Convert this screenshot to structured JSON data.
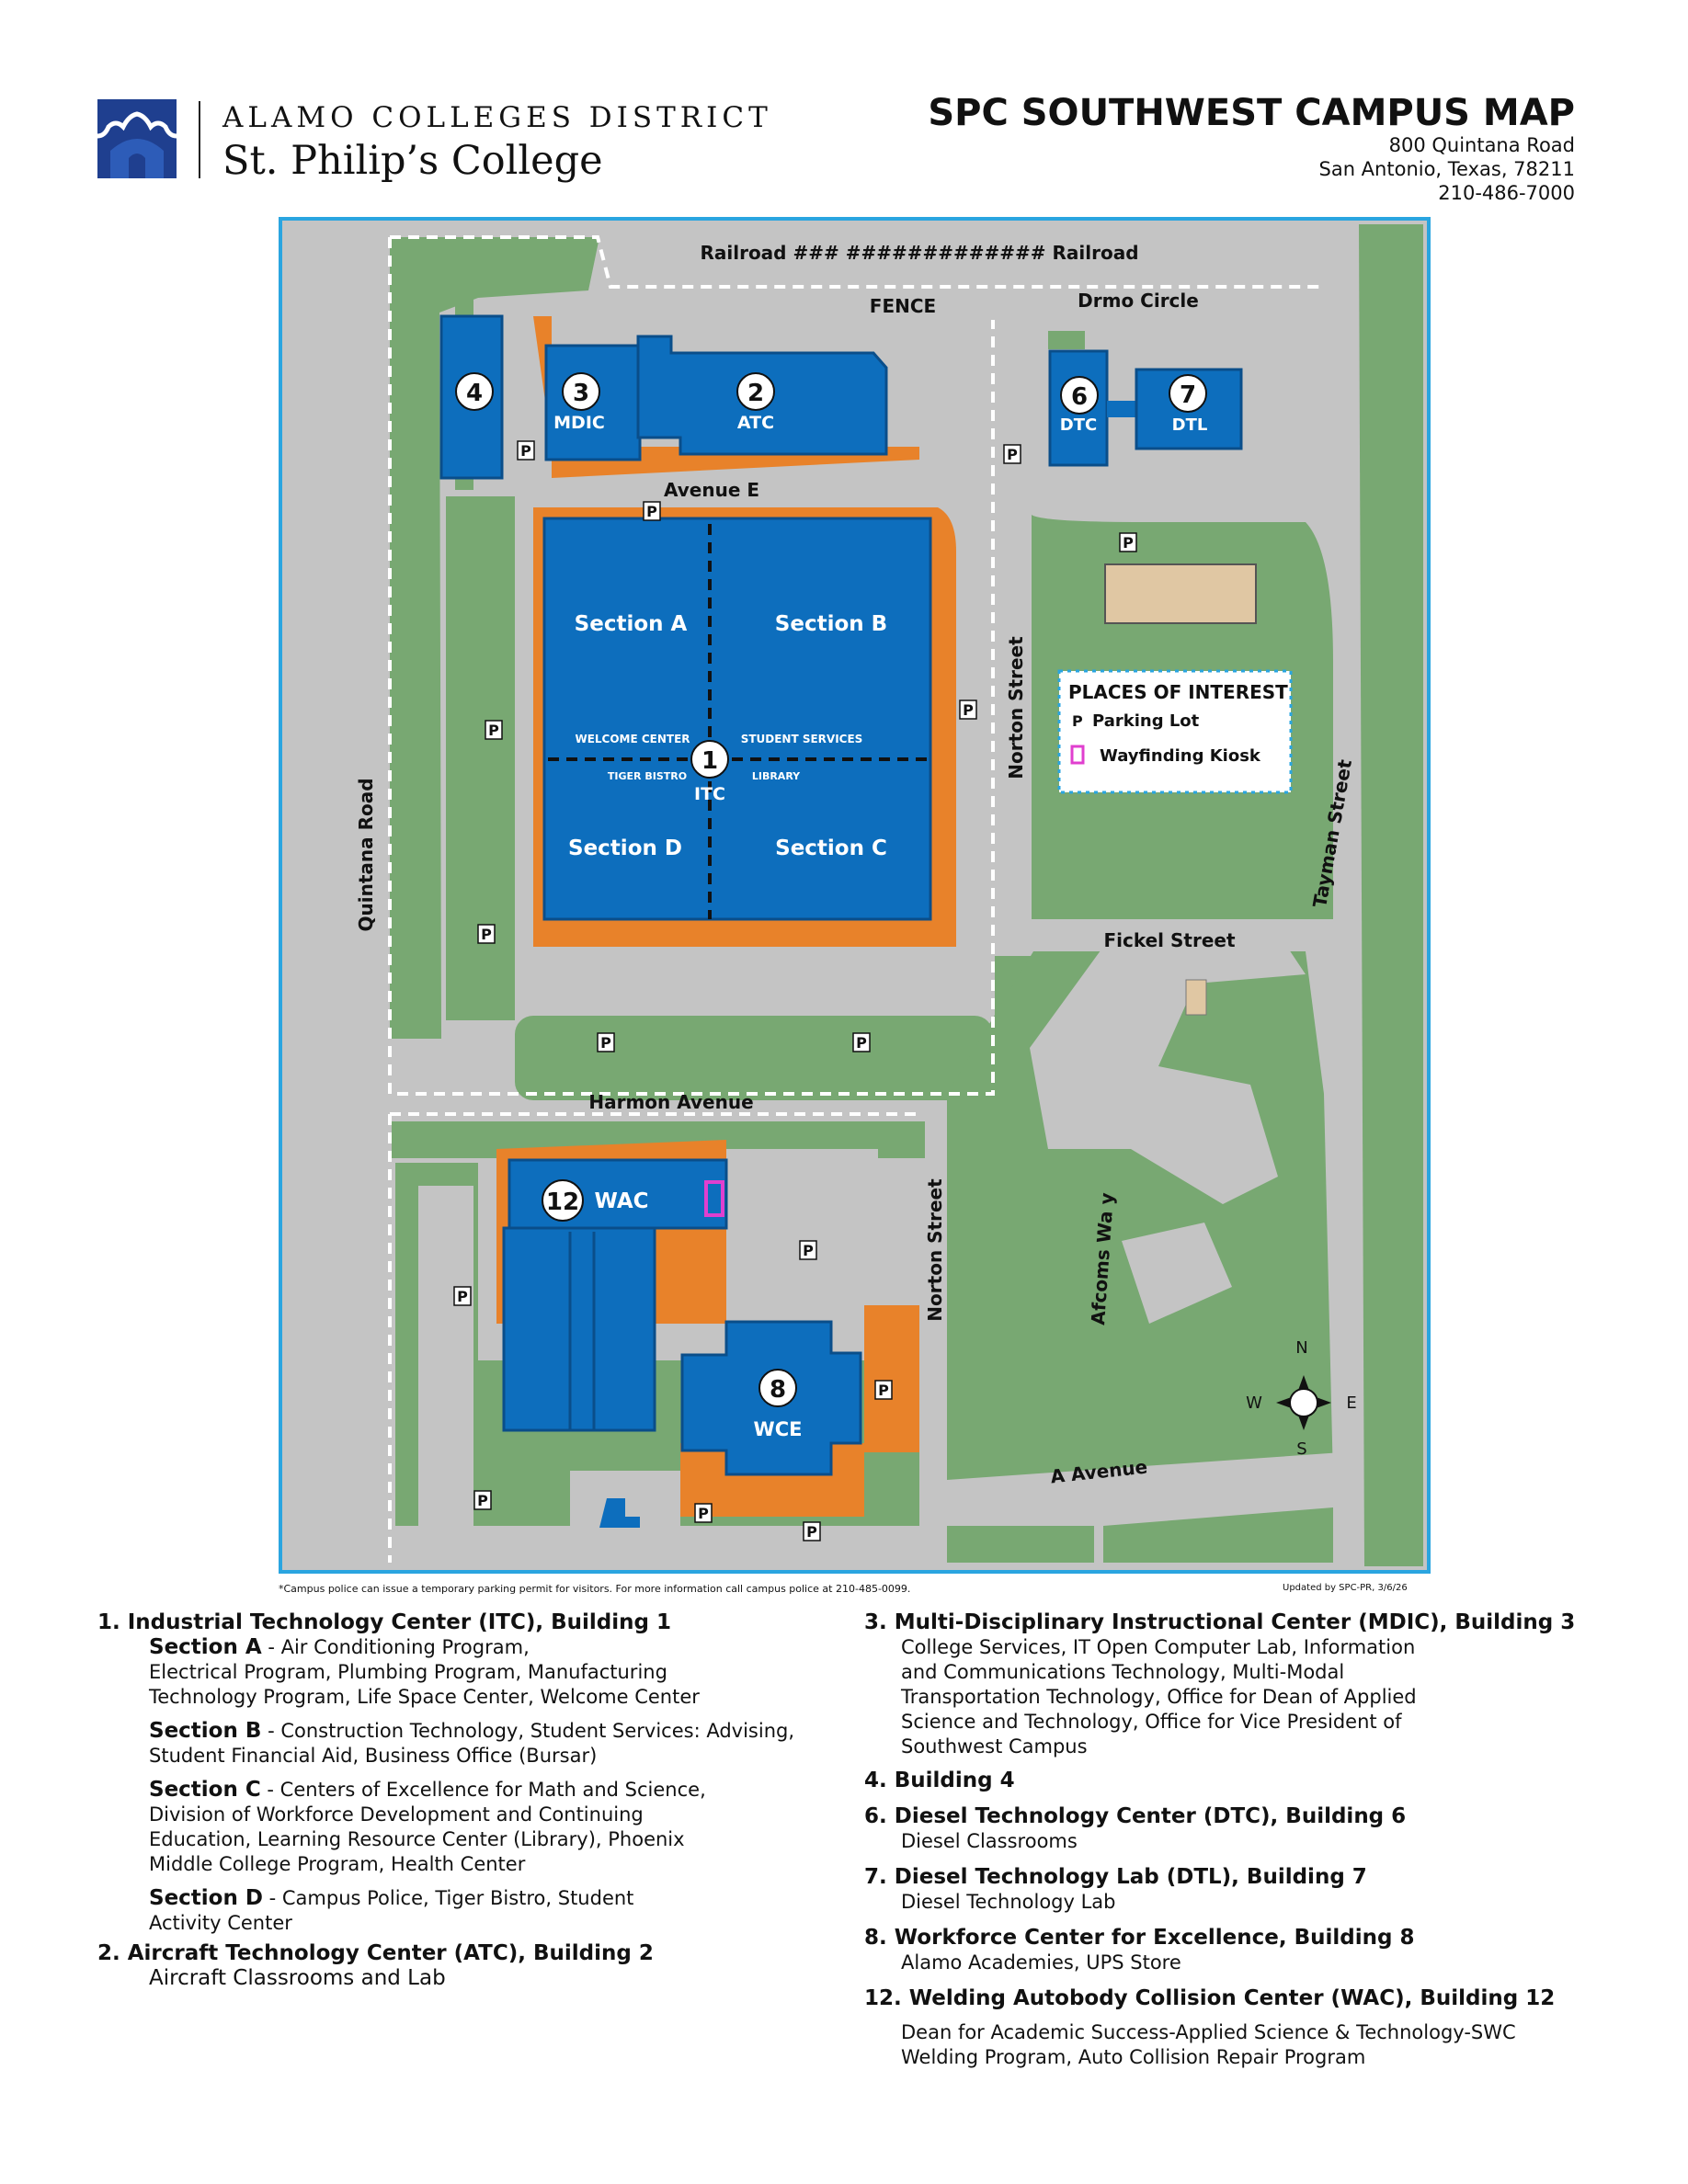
{
  "header": {
    "district": "ALAMO COLLEGES DISTRICT",
    "college": "St. Philip’s College",
    "title": "SPC SOUTHWEST CAMPUS MAP",
    "address_line1": "800 Quintana Road",
    "address_line2": "San Antonio, Texas, 78211",
    "phone": "210-486-7000"
  },
  "map": {
    "streets": {
      "railroad": "Railroad ### #############   Railroad",
      "fence": "FENCE",
      "drmo": "Drmo Circle",
      "avenue_e": "Avenue   E",
      "norton_upper": "Norton Street",
      "norton_lower": "Norton Street",
      "quintana": "Quintana Road",
      "tayman": "Tayman Street",
      "fickel": "Fickel Street",
      "harmon": "Harmon Avenue",
      "afcoms": "Afcoms Wa  y",
      "a_avenue": "A Avenue"
    },
    "buildings": {
      "b1_num": "1",
      "b1_name": "ITC",
      "b2_num": "2",
      "b2_name": "ATC",
      "b3_num": "3",
      "b3_name": "MDIC",
      "b4_num": "4",
      "b6_num": "6",
      "b6_name": "DTC",
      "b7_num": "7",
      "b7_name": "DTL",
      "b8_num": "8",
      "b8_name": "WCE",
      "b12_num": "12",
      "b12_name": "WAC"
    },
    "sections": {
      "a": "Section  A",
      "b": "Section  B",
      "c": "Section  C",
      "d": "Section  D",
      "welcome": "WELCOME CENTER",
      "student_services": "STUDENT SERVICES",
      "tiger_bistro": "TIGER BISTRO",
      "library": "LIBRARY"
    },
    "parking_symbol": "P",
    "places_of_interest": {
      "title": "PLACES OF INTEREST",
      "parking": "Parking Lot",
      "kiosk": "Wayfinding Kiosk"
    },
    "compass": {
      "n": "N",
      "s": "S",
      "e": "E",
      "w": "W"
    },
    "colors": {
      "building": "#0d6ebd",
      "green": "#78a872",
      "road": "#c4c4c4",
      "orange": "#e8822a",
      "frame": "#2aa5e0",
      "kiosk": "#e03fcf"
    }
  },
  "footnote": "*Campus police can issue a temporary parking permit for visitors. For more information call campus police at 210-485-0099.",
  "updated": "Updated by SPC-PR, 3/6/26",
  "legend": {
    "b1_title": "1. Industrial Technology Center (ITC), Building 1",
    "secA_label": "Section A",
    "secA_l1": " - Air Conditioning Program,",
    "secA_l2": "Electrical Program, Plumbing Program, Manufacturing",
    "secA_l3": "Technology Program, Life Space Center, Welcome Center",
    "secB_label": "Section B",
    "secB_l1": " - Construction Technology, Student Services: Advising,",
    "secB_l2": "Student Financial Aid, Business Office (Bursar)",
    "secC_label": "Section C",
    "secC_l1": " - Centers of Excellence for Math and Science,",
    "secC_l2": "Division of Workforce Development and Continuing",
    "secC_l3": "Education, Learning Resource Center (Library), Phoenix",
    "secC_l4": "Middle College Program, Health Center",
    "secD_label": "Section D",
    "secD_l1": " - Campus Police, Tiger Bistro, Student",
    "secD_l2": "Activity Center",
    "b2_title": "2. Aircraft Technology Center (ATC), Building 2",
    "b2_desc": "Aircraft Classrooms and Lab",
    "b3_title": "3. Multi-Disciplinary Instructional Center (MDIC), Building 3",
    "b3_l1": "College Services, IT Open Computer Lab, Information",
    "b3_l2": "and Communications Technology, Multi-Modal",
    "b3_l3": "Transportation Technology, Office for Dean of Applied",
    "b3_l4": "Science and Technology, Office for Vice President of",
    "b3_l5": "Southwest Campus",
    "b4_title": "4. Building 4",
    "b6_title": "6. Diesel Technology Center (DTC), Building 6",
    "b6_desc": "Diesel Classrooms",
    "b7_title": "7. Diesel Technology Lab (DTL), Building 7",
    "b7_desc": "Diesel Technology Lab",
    "b8_title": "8. Workforce Center for Excellence, Building 8",
    "b8_desc": "Alamo Academies, UPS Store",
    "b12_title": "12. Welding Autobody Collision Center (WAC), Building 12",
    "b12_l1": "Dean for Academic Success-Applied Science & Technology-SWC",
    "b12_l2": "Welding Program, Auto Collision Repair Program"
  }
}
